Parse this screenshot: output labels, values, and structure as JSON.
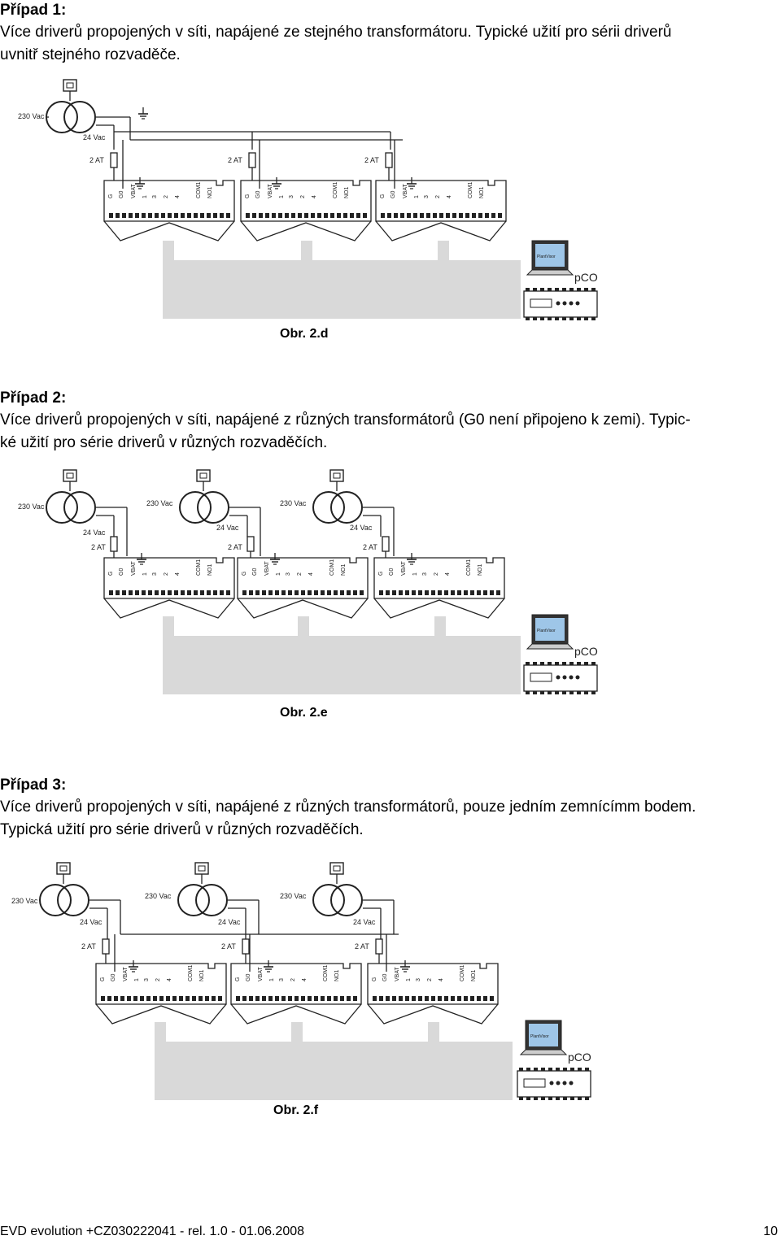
{
  "case1": {
    "heading": "Případ 1:",
    "line1": "Více driverů propojených v síti, napájené ze stejného transformátoru. Typické užití pro sérii driverů",
    "line2": "uvnitř stejného rozvaděče.",
    "caption": "Obr. 2.d"
  },
  "case2": {
    "heading": "Případ 2:",
    "line1": "Více driverů propojených v síti, napájené z různých transformátorů (G0 není připojeno k zemi). Typic-",
    "line2": "ké užití pro série driverů v různých rozvaděčích.",
    "caption": "Obr. 2.e"
  },
  "case3": {
    "heading": "Případ 3:",
    "line1": "Více driverů propojených v síti, napájené z různých transformátorů, pouze jedním zemnícímm bodem.",
    "line2": "Typická užití pro série driverů v různých rozvaděčích.",
    "caption": "Obr. 2.f"
  },
  "diagram_labels": {
    "v230": "230 Vac",
    "v24": "24 Vac",
    "fuse": "2 AT",
    "pco": "pCO",
    "screen": "PlantVisor",
    "terminals": [
      "G",
      "G0",
      "VBAT",
      "1",
      "3",
      "2",
      "4",
      "COM1",
      "NO1"
    ]
  },
  "footer": {
    "doc": "EVD evolution +CZ030222041 - rel. 1.0 - 01.06.2008",
    "page": "10"
  }
}
